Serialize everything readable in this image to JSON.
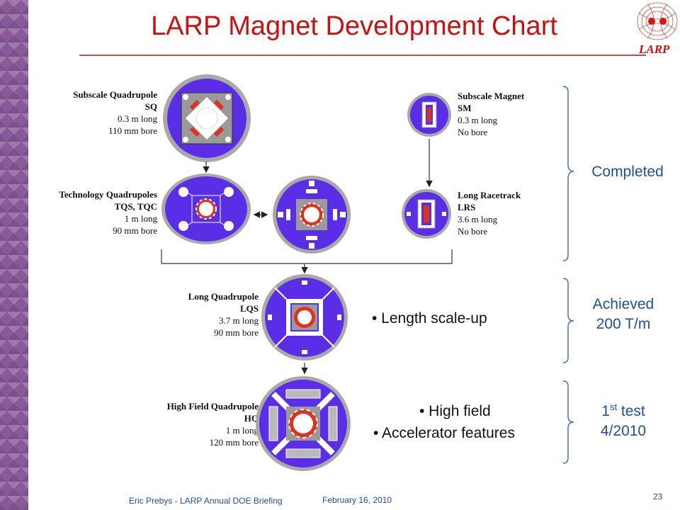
{
  "title": "LARP Magnet Development Chart",
  "logo_text": "LARP",
  "magnets": {
    "sq": {
      "name": "Subscale Quadrupole",
      "code": "SQ",
      "length": "0.3 m long",
      "bore": "110 mm bore"
    },
    "sm": {
      "name": "Subscale Magnet",
      "code": "SM",
      "length": "0.3 m long",
      "bore": "No bore"
    },
    "tq": {
      "name": "Technology Quadrupoles",
      "code": "TQS, TQC",
      "length": "1 m long",
      "bore": "90 mm bore"
    },
    "lrs": {
      "name": "Long Racetrack",
      "code": "LRS",
      "length": "3.6 m long",
      "bore": "No bore"
    },
    "lqs": {
      "name": "Long Quadrupole",
      "code": "LQS",
      "length": "3.7 m long",
      "bore": "90 mm bore"
    },
    "hq": {
      "name": "High Field Quadrupole",
      "code": "HQ",
      "length": "1 m long",
      "bore": "120 mm bore"
    }
  },
  "bullets": {
    "length_scaleup": "• Length scale-up",
    "high_field": "• High field",
    "accelerator_features": "• Accelerator features"
  },
  "status": {
    "completed": "Completed",
    "achieved_line1": "Achieved",
    "achieved_line2": "200 T/m",
    "test_num": "1",
    "test_sup": "st",
    "test_word": " test",
    "test_date": "4/2010"
  },
  "footer": {
    "author": "Eric Prebys - LARP Annual DOE Briefing",
    "date": "February 16, 2010",
    "page": "23"
  },
  "colors": {
    "title": "#cc1010",
    "status_text": "#1f4e9e",
    "brace": "#4472c4",
    "magnet_fill": "#5a2ee6",
    "magnet_rim": "#a9a9a9",
    "coil": "#e0301e"
  }
}
